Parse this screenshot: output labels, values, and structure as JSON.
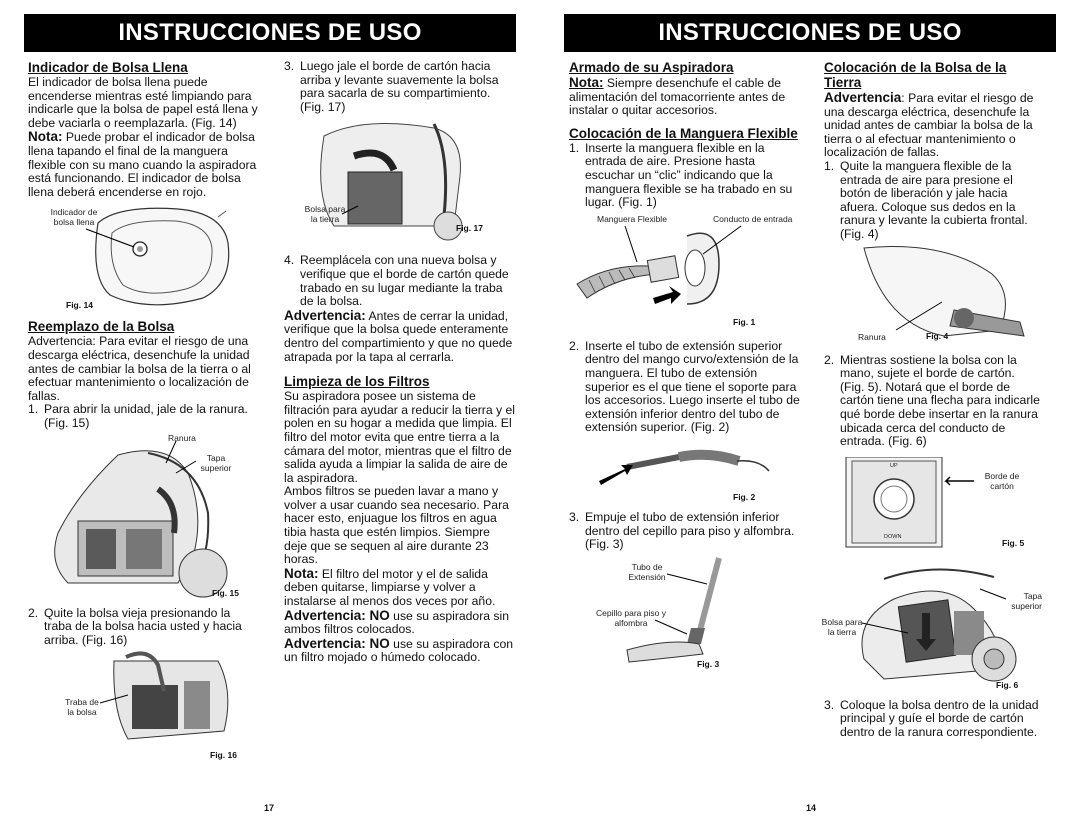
{
  "left_header": "INSTRUCCIONES DE USO",
  "right_header": "INSTRUCCIONES DE USO",
  "col1": {
    "h_indicador": "Indicador de Bolsa Llena",
    "p_indicador": "El indicador de bolsa llena puede encenderse mientras esté limpiando para indicarle que la bolsa de papel está llena y debe vaciarla o reemplazarla. (Fig. 14)",
    "nota_label": "Nota:",
    "nota_text": " Puede probar el indicador de bolsa llena tapando el final de la manguera flexible con su mano cuando la aspiradora está funcionando. El indicador de bolsa llena deberá encenderse en rojo.",
    "fig14_callout": "Indicador de bolsa llena",
    "fig14_label": "Fig. 14",
    "h_reemplazo": "Reemplazo de la Bolsa",
    "p_reemplazo": "Advertencia: Para evitar el riesgo de una descarga eléctrica, desenchufe la unidad antes de cambiar la bolsa de la tierra o al efectuar mantenimiento o localización de fallas.",
    "step1_num": "1.",
    "step1": "Para abrir la unidad, jale de la ranura. (Fig. 15)",
    "fig15_ranura": "Ranura",
    "fig15_tapa": "Tapa superior",
    "fig15_label": "Fig. 15",
    "step2_num": "2.",
    "step2": "Quite la bolsa vieja presionando la traba de la bolsa hacia usted y hacia arriba. (Fig. 16)",
    "fig16_callout": "Traba de la bolsa",
    "fig16_label": "Fig. 16"
  },
  "col2": {
    "step3_num": "3.",
    "step3": "Luego jale el borde de cartón hacia arriba y levante suavemente la bolsa para sacarla de su compartimiento. (Fig. 17)",
    "fig17_callout": "Bolsa para la tierra",
    "fig17_label": "Fig. 17",
    "step4_num": "4.",
    "step4": "Reemplácela con una nueva bolsa y verifique que el borde de cartón quede trabado en su lugar mediante la traba de la bolsa.",
    "adv_label": "Advertencia:",
    "adv_text": " Antes de cerrar la unidad, verifique que la bolsa quede enteramente dentro del compartimiento y que no quede atrapada por la tapa al cerrarla.",
    "h_filtros": "Limpieza de los Filtros",
    "p_filtros1": "Su aspiradora posee un sistema de filtración para ayudar a reducir la tierra y el polen en su hogar a medida que limpia. El filtro del motor evita que entre tierra a la cámara del motor, mientras que el filtro de salida ayuda a limpiar la salida de aire de la aspiradora.",
    "p_filtros2": "Ambos filtros se pueden lavar a mano y volver a usar cuando sea necesario. Para hacer esto, enjuague los filtros en agua tibia hasta que estén limpios. Siempre deje que se sequen al aire durante 23 horas.",
    "nota2_label": "Nota:",
    "nota2_text": " El filtro del motor y el de salida deben quitarse, limpiarse y volver a instalarse al menos dos veces por año.",
    "adv2_label": "Advertencia: NO",
    "adv2_text": " use su aspiradora sin ambos filtros colocados.",
    "adv3_label": "Advertencia: NO",
    "adv3_text": " use su aspiradora con un filtro mojado o húmedo colocado."
  },
  "col3": {
    "h_armado": "Armado de su Aspiradora",
    "nota_label": "Nota:",
    "nota_text": " Siempre desenchufe el cable de alimentación del tomacorriente antes de instalar o quitar accesorios.",
    "h_manguera": "Colocación de la Manguera Flexible",
    "step1_num": "1.",
    "step1": "Inserte la manguera flexible en la entrada de aire. Presione hasta escuchar un “clic” indicando que la manguera flexible se ha trabado en su lugar. (Fig. 1)",
    "fig1_manguera": "Manguera Flexible",
    "fig1_conducto": "Conducto de entrada",
    "fig1_label": "Fig. 1",
    "step2_num": "2.",
    "step2": "Inserte el tubo de extensión superior dentro del mango curvo/extensión de la manguera. El tubo de extensión superior es el que tiene el soporte para los accesorios. Luego inserte el tubo de extensión inferior dentro del tubo de extensión superior. (Fig. 2)",
    "fig2_label": "Fig. 2",
    "step3_num": "3.",
    "step3": "Empuje el tubo de extensión inferior dentro del cepillo para piso y alfombra. (Fig. 3)",
    "fig3_tubo": "Tubo de Extensión",
    "fig3_cepillo": "Cepillo para piso y alfombra",
    "fig3_label": "Fig. 3"
  },
  "col4": {
    "h_bolsa": "Colocación de la Bolsa de la Tierra",
    "adv_label": "Advertencia",
    "adv_text": ": Para evitar el riesgo de una descarga eléctrica, desenchufe la unidad antes de cambiar la bolsa de la tierra o al efectuar mantenimiento o localización de fallas.",
    "step1_num": "1.",
    "step1": "Quite la manguera flexible de la entrada de aire para presione el botón de liberación y jale hacia afuera. Coloque sus dedos en la ranura y levante la cubierta frontal. (Fig. 4)",
    "fig4_ranura": "Ranura",
    "fig4_label": "Fig. 4",
    "step2_num": "2.",
    "step2": "Mientras sostiene la bolsa con la mano, sujete el borde de cartón. (Fig. 5). Notará que el borde de cartón tiene una flecha para indicarle qué borde debe insertar en la ranura ubicada cerca del conducto de entrada. (Fig. 6)",
    "fig5_borde": "Borde de cartón",
    "fig5_up": "UP",
    "fig5_down": "DOWN",
    "fig5_label": "Fig. 5",
    "fig6_tapa": "Tapa superior",
    "fig6_bolsa": "Bolsa para la tierra",
    "fig6_label": "Fig. 6",
    "step3_num": "3.",
    "step3": "Coloque la bolsa dentro de la unidad principal y guíe el borde de cartón dentro de la ranura correspondiente."
  },
  "page_left": "17",
  "page_right": "14"
}
